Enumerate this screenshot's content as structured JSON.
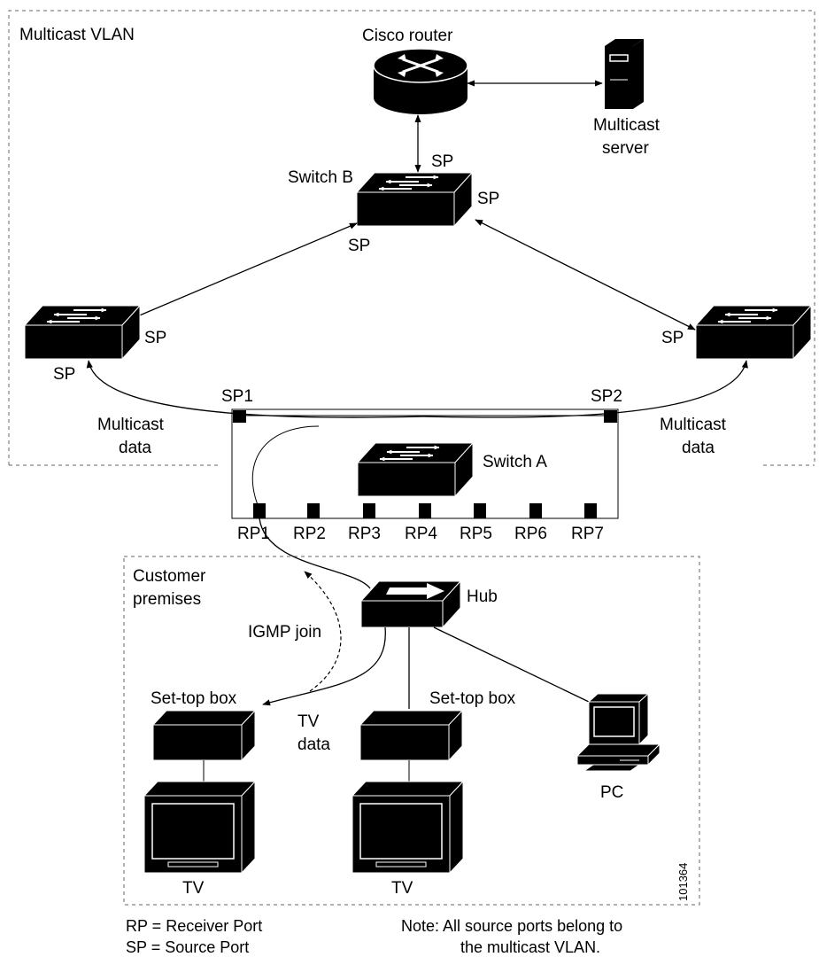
{
  "regions": {
    "multicast_vlan": "Multicast VLAN",
    "customer_premises_line1": "Customer",
    "customer_premises_line2": "premises"
  },
  "devices": {
    "router": "Cisco router",
    "server_line1": "Multicast",
    "server_line2": "server",
    "switch_b": "Switch B",
    "switch_a": "Switch A",
    "hub": "Hub",
    "settop_left": "Set-top box",
    "settop_mid": "Set-top box",
    "tv_left": "TV",
    "tv_mid": "TV",
    "pc": "PC"
  },
  "ports": {
    "sp": "SP",
    "sp1": "SP1",
    "sp2": "SP2",
    "receiver_ports": [
      "RP1",
      "RP2",
      "RP3",
      "RP4",
      "RP5",
      "RP6",
      "RP7"
    ]
  },
  "flows": {
    "multicast_data_line1": "Multicast",
    "multicast_data_line2": "data",
    "igmp_join": "IGMP join",
    "tv_data_line1": "TV",
    "tv_data_line2": "data"
  },
  "legend": {
    "rp": "RP = Receiver Port",
    "sp": "SP = Source Port",
    "note_line1": "Note: All source ports belong to",
    "note_line2": "the multicast VLAN."
  },
  "figure_id": "101364"
}
